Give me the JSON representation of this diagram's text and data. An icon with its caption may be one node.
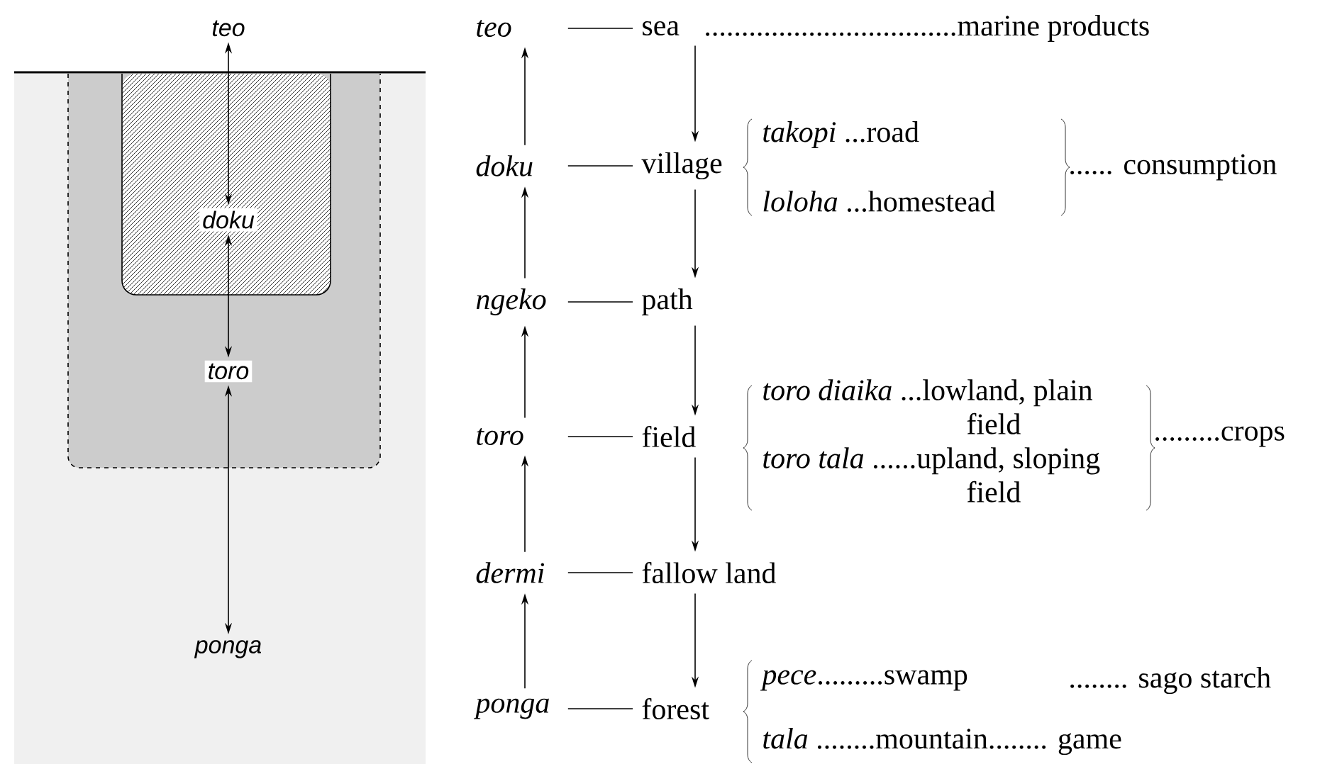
{
  "diagram": {
    "nodes": [
      {
        "text": [
          "teo"
        ]
      },
      {
        "text": [
          "doku"
        ]
      },
      {
        "text": [
          "toro"
        ]
      },
      {
        "text": [
          "ponga"
        ]
      },
      {
        "text": [
          "teo"
        ]
      },
      {
        "text": [
          "sea"
        ]
      },
      {
        "text": [
          "doku"
        ]
      },
      {
        "text": [
          "village"
        ]
      },
      {
        "text": [
          "ngeko"
        ]
      },
      {
        "text": [
          "path"
        ]
      },
      {
        "text": [
          "toro"
        ]
      },
      {
        "text": [
          "field"
        ]
      },
      {
        "text": [
          "dermi"
        ]
      },
      {
        "text": [
          "fallow land"
        ]
      },
      {
        "text": [
          "ponga"
        ]
      },
      {
        "text": [
          "forest"
        ]
      }
    ],
    "edges": [
      {
        "from": 0,
        "to": 1,
        "arrow": "both"
      },
      {
        "from": 1,
        "to": 2,
        "arrow": "both"
      },
      {
        "from": 2,
        "to": 3,
        "arrow": "both"
      },
      {
        "from": 4,
        "to": 5,
        "arrow": "none"
      },
      {
        "from": 6,
        "to": 7,
        "arrow": "none"
      },
      {
        "from": 8,
        "to": 9,
        "arrow": "none"
      },
      {
        "from": 10,
        "to": 11,
        "arrow": "none"
      },
      {
        "from": 12,
        "to": 13,
        "arrow": "none"
      },
      {
        "from": 14,
        "to": 15,
        "arrow": "none"
      },
      {
        "from": 6,
        "to": 4,
        "arrow": "to"
      },
      {
        "from": 8,
        "to": 6,
        "arrow": "to"
      },
      {
        "from": 10,
        "to": 8,
        "arrow": "to"
      },
      {
        "from": 12,
        "to": 10,
        "arrow": "to"
      },
      {
        "from": 14,
        "to": 12,
        "arrow": "to"
      },
      {
        "from": 5,
        "to": 7,
        "arrow": "to"
      },
      {
        "from": 7,
        "to": 9,
        "arrow": "to"
      },
      {
        "from": 9,
        "to": 11,
        "arrow": "to"
      },
      {
        "from": 11,
        "to": 13,
        "arrow": "to"
      },
      {
        "from": 13,
        "to": 15,
        "arrow": "to"
      }
    ],
    "labels": [
      "..................................marine products",
      "*takopi* ...road",
      "*loloha* ...homestead",
      "...... consumption",
      "*toro diaika* ...lowland, plain field",
      "*toro tala* ......upland, sloping field",
      ".........crops",
      "*pece*.........swamp",
      "........ sago starch",
      "*tala* ........mountain........ game"
    ]
  }
}
